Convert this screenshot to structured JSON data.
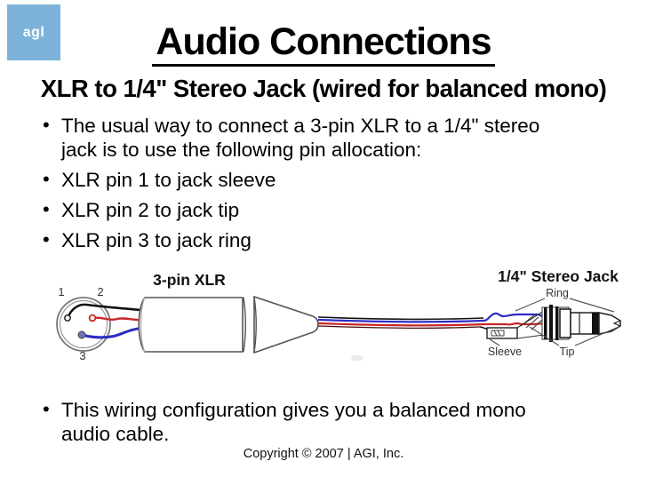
{
  "slide": {
    "logo": {
      "text": "agl",
      "color": "#7db3da"
    },
    "title": "Audio Connections",
    "subtitle": "XLR to 1/4\" Stereo Jack (wired for balanced mono)",
    "bullets": [
      "The usual way to connect a 3-pin XLR to a 1/4\" stereo jack is to use the following pin allocation:",
      "XLR pin 1 to jack sleeve",
      "XLR pin 2 to jack tip",
      "XLR pin 3 to jack ring"
    ],
    "closing_bullet": "This wiring configuration gives you a balanced mono audio cable.",
    "footer": "Copyright © 2007 | AGI, Inc."
  },
  "diagram": {
    "xlr_label": "3-pin XLR",
    "jack_label": "1/4\" Stereo Jack",
    "xlr_pins": {
      "pin1": "1",
      "pin2": "2",
      "pin3": "3"
    },
    "jack_parts": {
      "ring": "Ring",
      "sleeve": "Sleeve",
      "tip": "Tip"
    },
    "wires": {
      "pin1_to_sleeve_color": "#111111",
      "pin2_to_tip_color": "#c92626",
      "pin3_to_ring_color": "#2b2bc4"
    }
  }
}
